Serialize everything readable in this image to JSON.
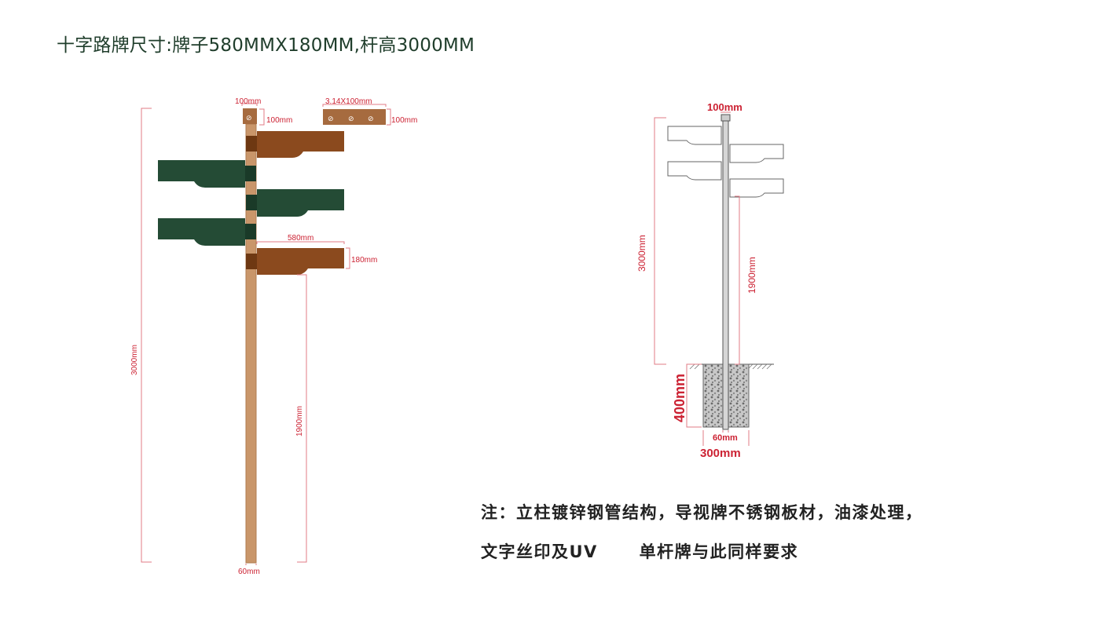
{
  "title": "十字路牌尺寸:牌子580MMX180MM,杆高3000MM",
  "notes": {
    "line1": "注：立柱镀锌钢管结构，导视牌不锈钢板材，油漆处理，",
    "line2": "文字丝印及UV      单杆牌与此同样要求"
  },
  "left_drawing": {
    "cap_width": "100mm",
    "cap_height": "100mm",
    "top_panel_width": "3.14X100mm",
    "top_panel_height": "100mm",
    "sign_width": "580mm",
    "sign_height": "180mm",
    "total_height": "3000mm",
    "clear_height": "1900mm",
    "pole_width": "60mm"
  },
  "right_drawing": {
    "cap_width": "100mm",
    "total_height": "3000mm",
    "clear_height": "1900mm",
    "foundation_depth": "400mm",
    "pole_width": "60mm",
    "foundation_width": "300mm"
  },
  "colors": {
    "brown_sign": "#8b4a1e",
    "green_sign": "#244b35",
    "pole_wood": "#c9966a",
    "dimension": "#cc2233",
    "title": "#1f3d2b"
  }
}
